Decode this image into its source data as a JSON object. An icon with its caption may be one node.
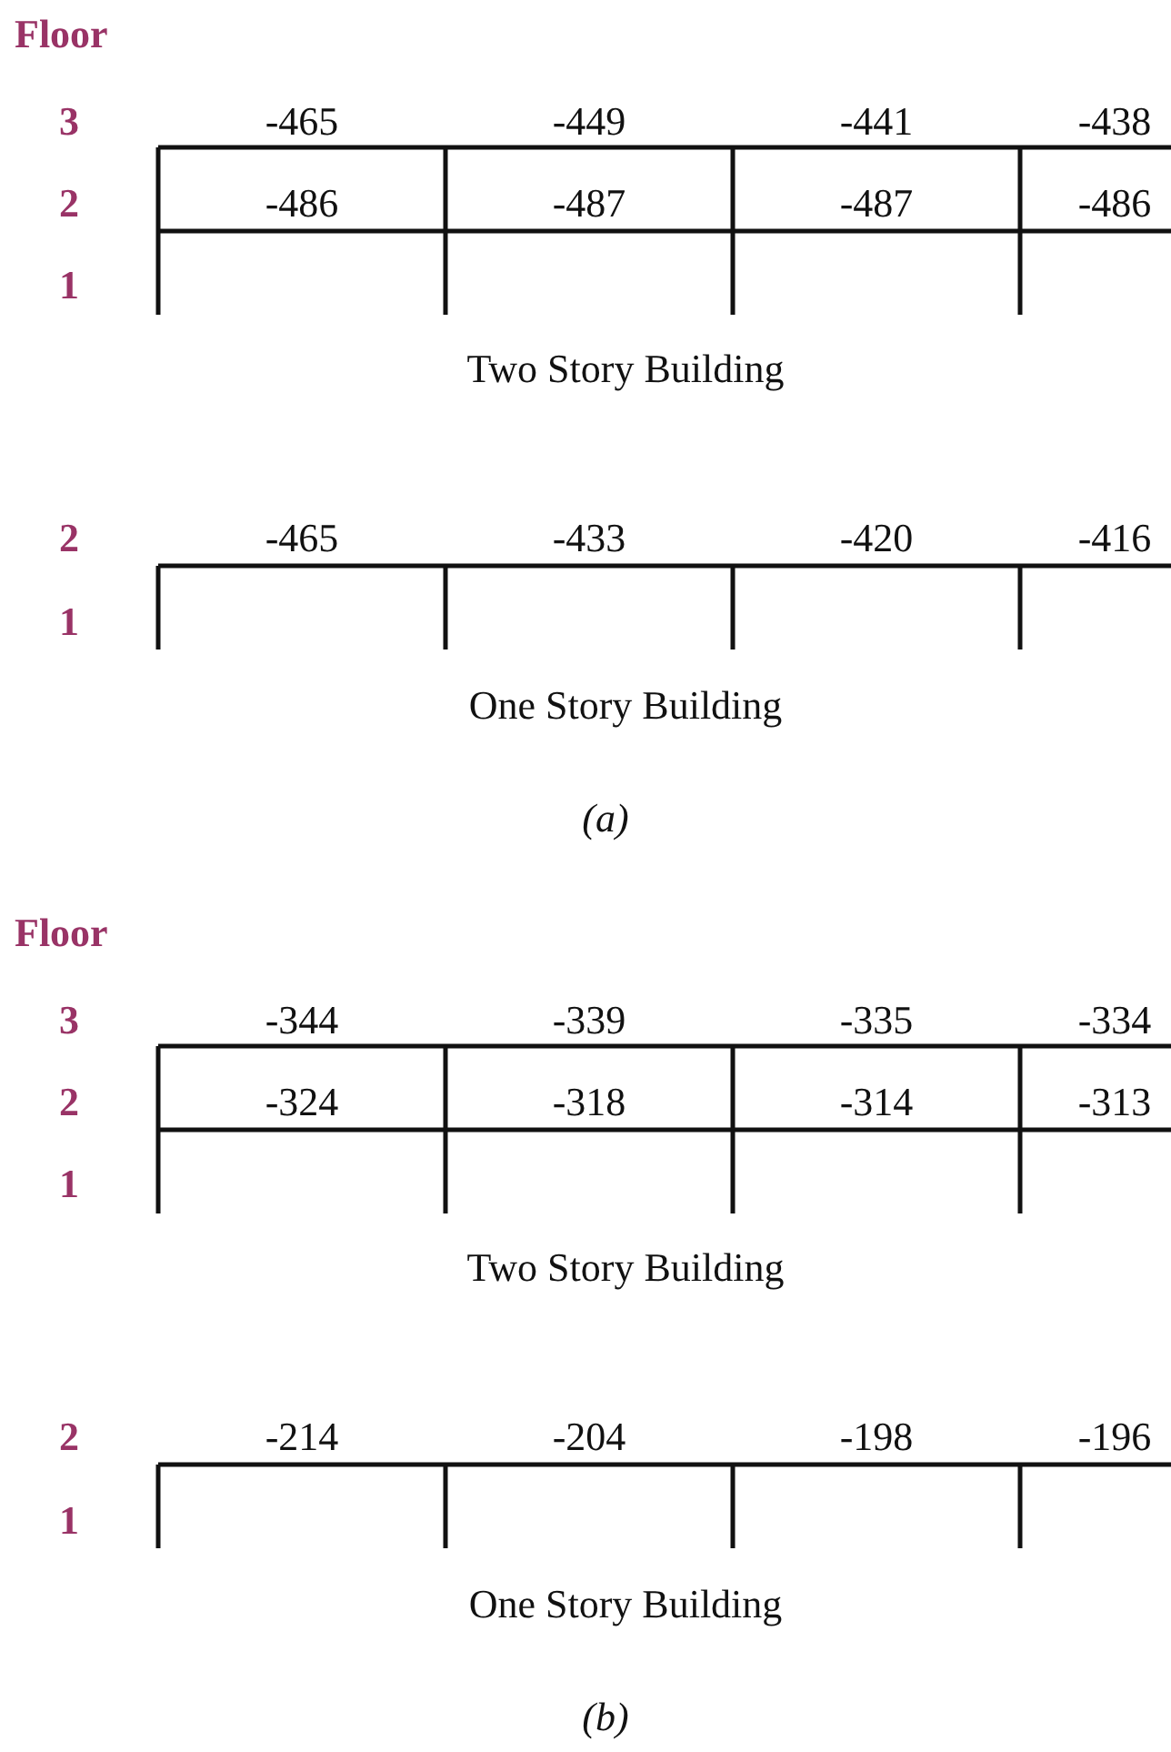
{
  "diagram": {
    "labels": [
      "Floor",
      "3",
      "-465",
      "-449",
      "-441",
      "-438",
      "2",
      "-486",
      "-487",
      "-487",
      "-486",
      "1",
      "Two Story Building",
      "2",
      "-465",
      "-433",
      "-420",
      "-416",
      "1",
      "One Story Building",
      "(a)",
      "Floor",
      "3",
      "-344",
      "-339",
      "-335",
      "-334",
      "2",
      "-324",
      "-318",
      "-314",
      "-313",
      "1",
      "Two Story Building",
      "2",
      "-214",
      "-204",
      "-198",
      "-196",
      "1",
      "One Story Building",
      "(b)"
    ]
  }
}
